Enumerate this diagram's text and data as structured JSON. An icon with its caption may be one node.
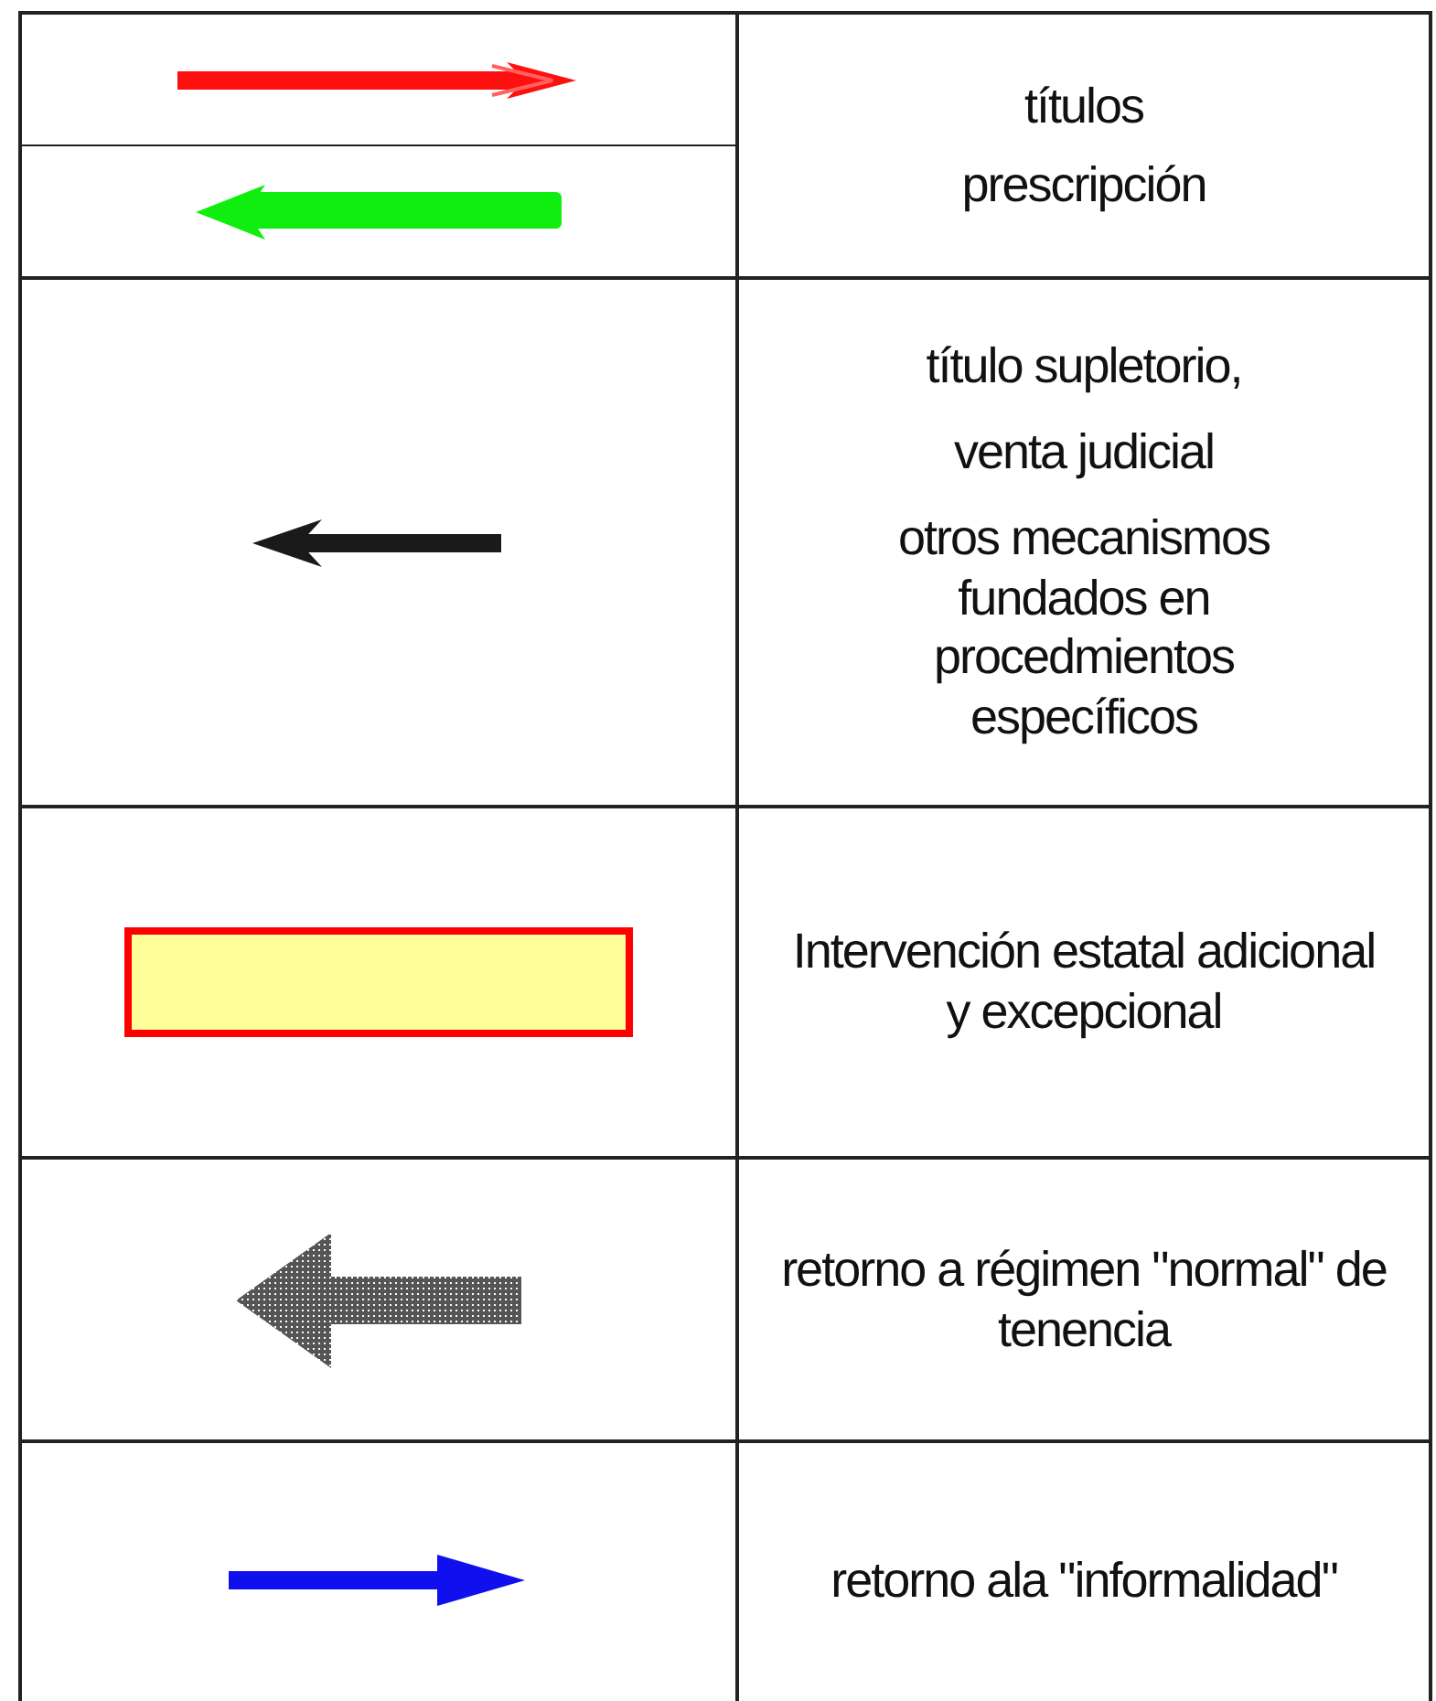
{
  "diagram": {
    "legend": [
      {
        "text": "títulos"
      },
      {
        "text": "prescripción"
      },
      {
        "text": "título supletorio,"
      },
      {
        "text": "venta judicial"
      },
      {
        "text": "otros mecanismos fundados en procedmientos específicos"
      },
      {
        "text": "Intervención estatal adicional y excepcional"
      },
      {
        "text": "retorno a régimen \"normal\" de tenencia"
      },
      {
        "text": "retorno ala \"informalidad\""
      }
    ]
  }
}
